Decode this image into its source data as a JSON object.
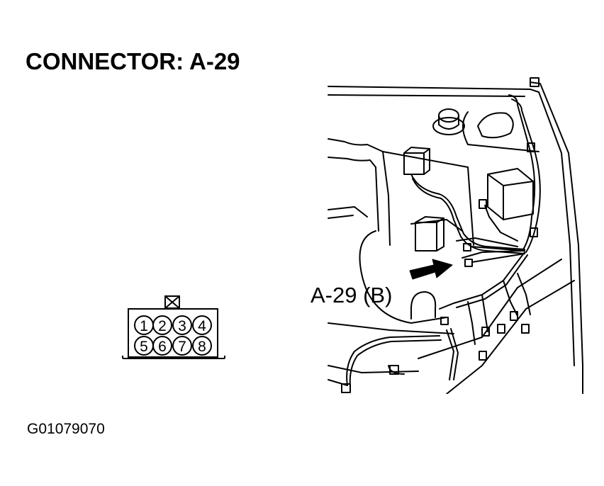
{
  "title": "CONNECTOR: A-29",
  "figure_id": "G01079070",
  "connector": {
    "pins_top": [
      "1",
      "2",
      "3",
      "4"
    ],
    "pins_bottom": [
      "5",
      "6",
      "7",
      "8"
    ]
  },
  "callout": {
    "label": "A-29 (B)"
  },
  "colors": {
    "line": "#000000",
    "background": "#ffffff"
  },
  "icons": {
    "lock_tab": "x-box-icon",
    "arrow": "pointer-arrow-icon"
  }
}
